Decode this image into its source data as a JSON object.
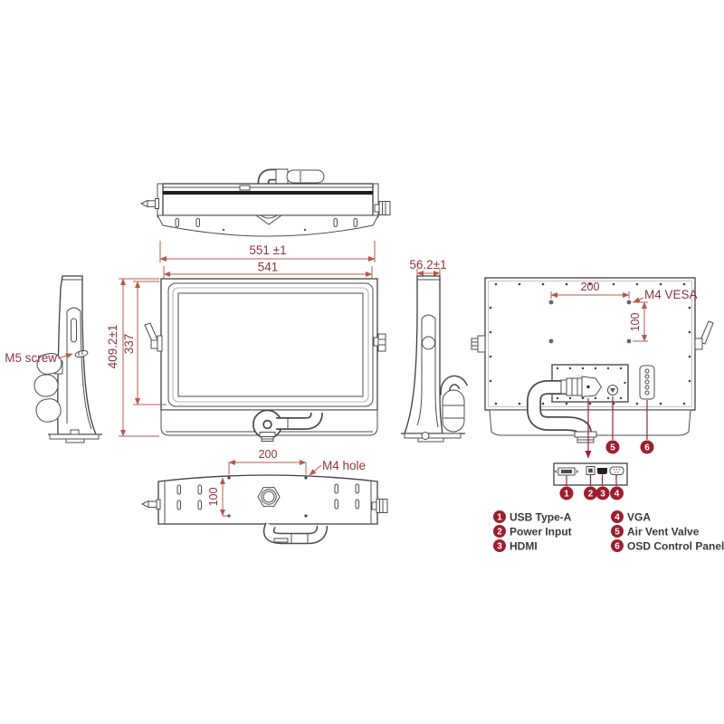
{
  "title": "Industrial monitor dimensional drawing",
  "colors": {
    "dimension_line": "#b9574e",
    "dimension_text": "#8e323a",
    "callout": "#9c1f2e",
    "drawing_line": "#4c4c4c",
    "legend_text": "#3a3a3a"
  },
  "dims": {
    "top_width_outer": "551 ±1",
    "top_width_inner": "541",
    "front_height_outer": "409.2±1",
    "front_height_inner": "337",
    "stand_depth": "56.2±1",
    "vesa_horizontal": "200",
    "vesa_vertical": "100",
    "bottom_hole_horizontal": "200",
    "bottom_hole_vertical": "100"
  },
  "labels": {
    "m5_screw": "M5 screw",
    "m4_vesa": "M4 VESA",
    "m4_hole": "M4 hole"
  },
  "callouts": [
    "1",
    "2",
    "3",
    "4",
    "5",
    "6"
  ],
  "legend": [
    {
      "num": "1",
      "label": "USB Type-A"
    },
    {
      "num": "2",
      "label": "Power Input"
    },
    {
      "num": "3",
      "label": "HDMI"
    },
    {
      "num": "4",
      "label": "VGA"
    },
    {
      "num": "5",
      "label": "Air Vent Valve"
    },
    {
      "num": "6",
      "label": "OSD Control Panel"
    }
  ]
}
